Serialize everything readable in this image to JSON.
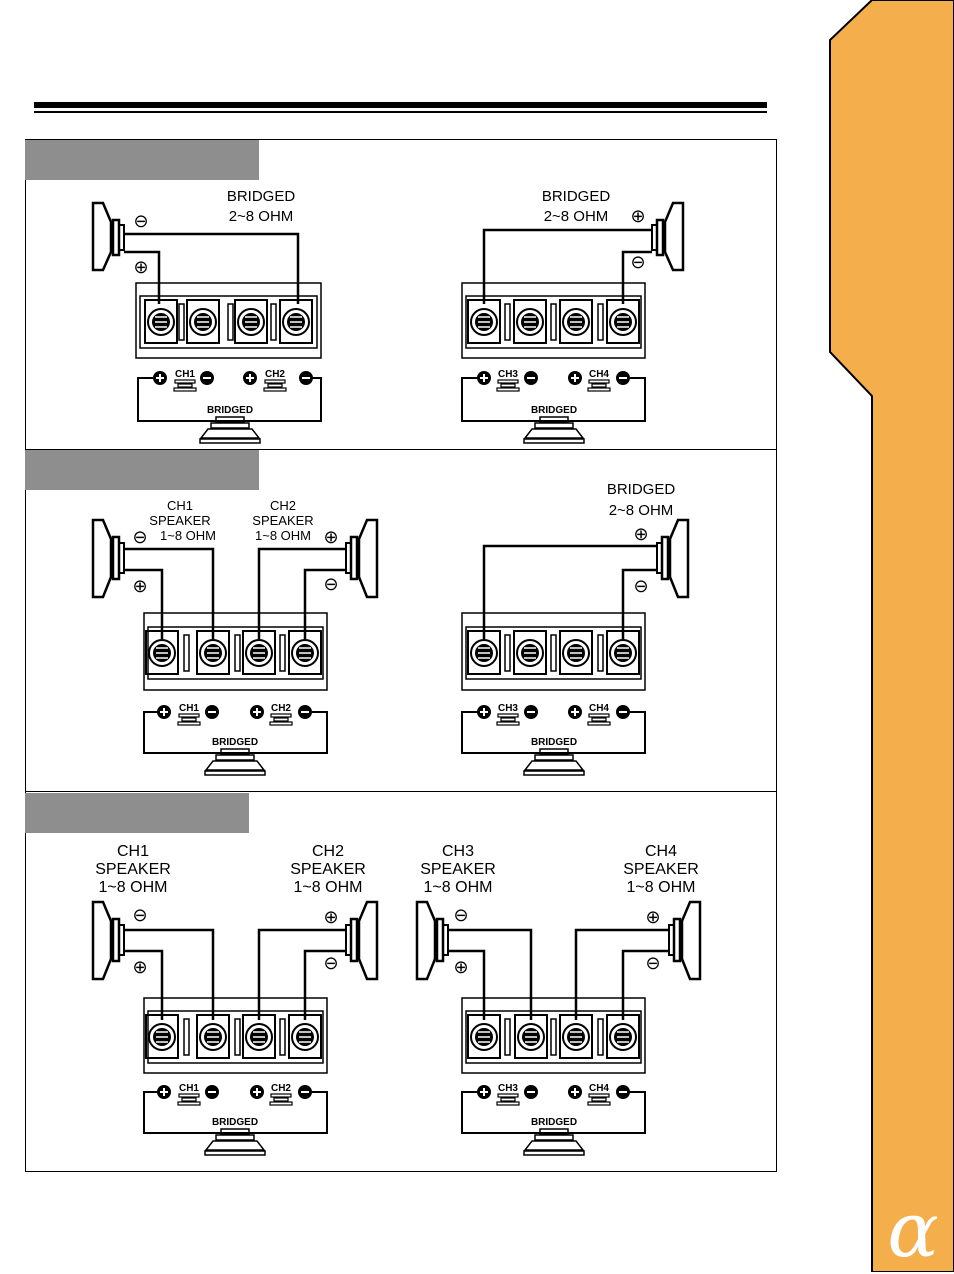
{
  "labels": {
    "bridged": "BRIDGED",
    "ohm_2_8": "2~8 OHM",
    "ohm_1_8": "1~8 OHM",
    "speaker": "SPEAKER",
    "ch1": "CH1",
    "ch2": "CH2",
    "ch3": "CH3",
    "ch4": "CH4"
  },
  "symbols": {
    "plus": "⊕",
    "minus": "⊖",
    "alpha": "α"
  },
  "colors": {
    "side_tab": "#f5ae4c",
    "section_tab": "#8e8e8e"
  },
  "icons": [
    "speaker-icon",
    "terminal-block",
    "screw-terminal-icon",
    "channel-speaker-icon"
  ]
}
